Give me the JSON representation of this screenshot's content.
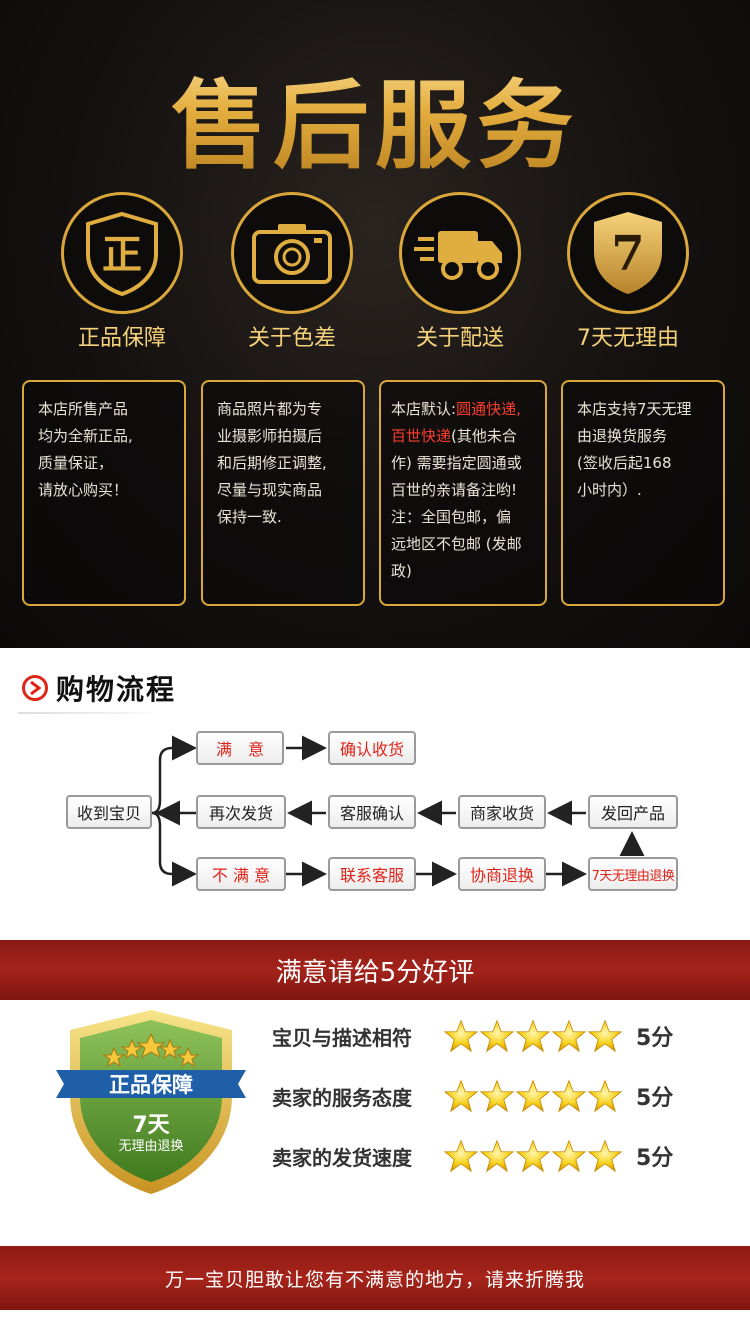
{
  "header": {
    "title": "售后服务"
  },
  "features": [
    {
      "label": "正品保障",
      "icon": "shield-zheng-icon",
      "glyph": "正"
    },
    {
      "label": "关于色差",
      "icon": "camera-icon"
    },
    {
      "label": "关于配送",
      "icon": "truck-icon"
    },
    {
      "label": "7天无理由",
      "icon": "shield-seven-icon",
      "glyph": "7"
    }
  ],
  "cards": {
    "c1": {
      "l1": "本店所售产品",
      "l2": "均为全新正品,",
      "l3": "质量保证，",
      "l4": "请放心购买！"
    },
    "c2": {
      "l1": "商品照片都为专",
      "l2": "业摄影师拍摄后",
      "l3": "和后期修正调整,",
      "l4": "尽量与现实商品",
      "l5": "保持一致."
    },
    "c3": {
      "p1": "本店默认:",
      "p1r": "圆通快递,",
      "p2r": "百世快递",
      "p2": "(其他未合",
      "l3": "作) 需要指定圆通或",
      "l4": "百世的亲请备注哟!",
      "l5": "注：全国包邮，偏",
      "l6": "远地区不包邮 (发邮",
      "l7": "政)"
    },
    "c4": {
      "l1": "本店支持7天无理",
      "l2": "由退换货服务",
      "l3": "(签收后起168",
      "l4": "小时内）."
    }
  },
  "process": {
    "title": "购物流程",
    "nodes": {
      "receive": "收到宝贝",
      "satisfied": "满　意",
      "confirm": "确认收货",
      "again": "再次发货",
      "cs_confirm": "客服确认",
      "merchant": "商家收货",
      "return": "发回产品",
      "unsatisfied": "不 满 意",
      "contact": "联系客服",
      "negotiate": "协商退换",
      "seven": "7天无理由退换"
    }
  },
  "banner": {
    "text": "满意请给5分好评"
  },
  "badge": {
    "top": "正品保障",
    "mid": "7天",
    "bottom": "无理由退换"
  },
  "ratings": [
    {
      "label": "宝贝与描述相符",
      "stars": 5,
      "score": "5分"
    },
    {
      "label": "卖家的服务态度",
      "stars": 5,
      "score": "5分"
    },
    {
      "label": "卖家的发货速度",
      "stars": 5,
      "score": "5分"
    }
  ],
  "footer": {
    "text": "万一宝贝胆敢让您有不满意的地方，请来折腾我"
  },
  "colors": {
    "gold": "#d9a73a",
    "accent_red": "#e0241a",
    "banner_red": "#a4231b"
  }
}
